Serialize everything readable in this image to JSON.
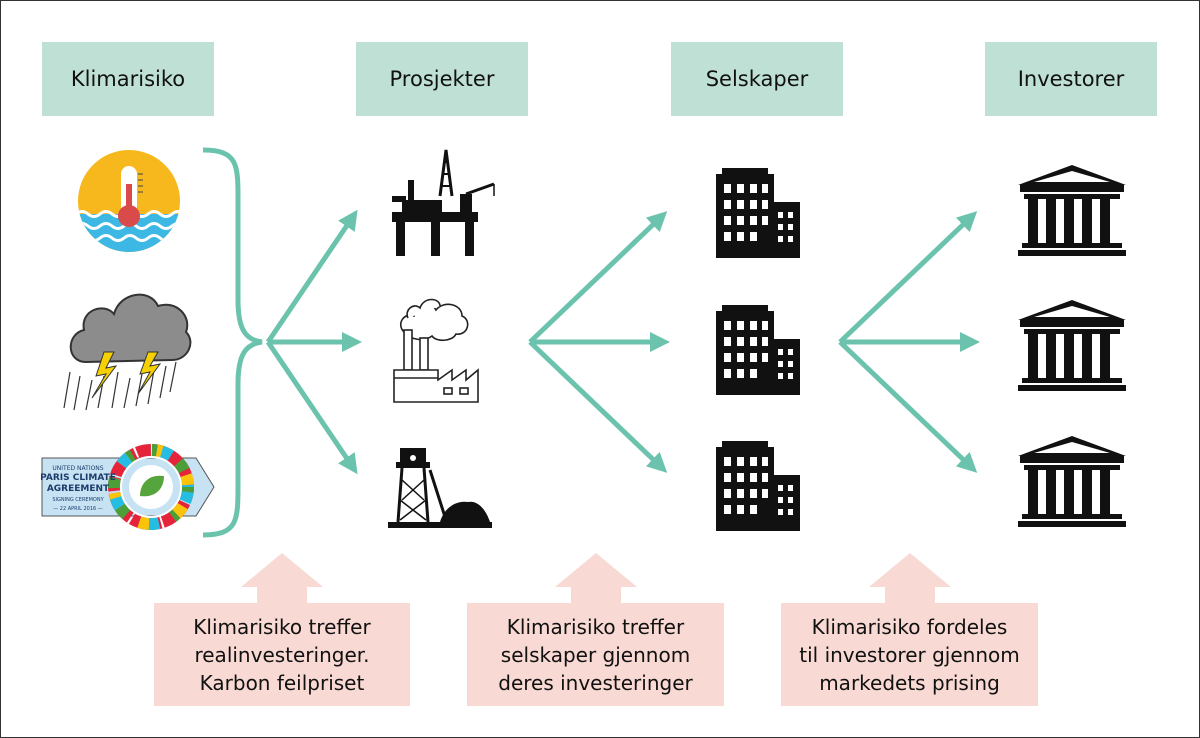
{
  "headers": {
    "climate_risk": "Klimarisiko",
    "projects": "Prosjekter",
    "companies": "Selskaper",
    "investors": "Investorer"
  },
  "notes": {
    "left": [
      "Klimarisiko treffer",
      "realinvesteringer.",
      "Karbon feilpriset"
    ],
    "middle": [
      "Klimarisiko treffer",
      "selskaper gjennom",
      "deres investeringer"
    ],
    "right": [
      "Klimarisiko fordeles",
      "til investorer gjennom",
      "markedets prising"
    ]
  },
  "paris_badge": {
    "line1": "UNITED NATIONS",
    "line2": "PARIS CLIMATE",
    "line3": "AGREEMENT",
    "line4": "SIGNING CEREMONY",
    "line5": "— 22 APRIL 2016 —"
  },
  "icons": [
    "thermometer-flood-icon",
    "storm-cloud-icon",
    "paris-agreement-badge",
    "oil-platform-icon",
    "factory-icon",
    "coal-mine-icon",
    "office-building-icon",
    "bank-icon"
  ],
  "colors": {
    "header_bg": "#bfe0d5",
    "note_bg": "#f8d9d3",
    "arrow": "#6cc3ad",
    "up_arrow": "#f8d9d3"
  }
}
